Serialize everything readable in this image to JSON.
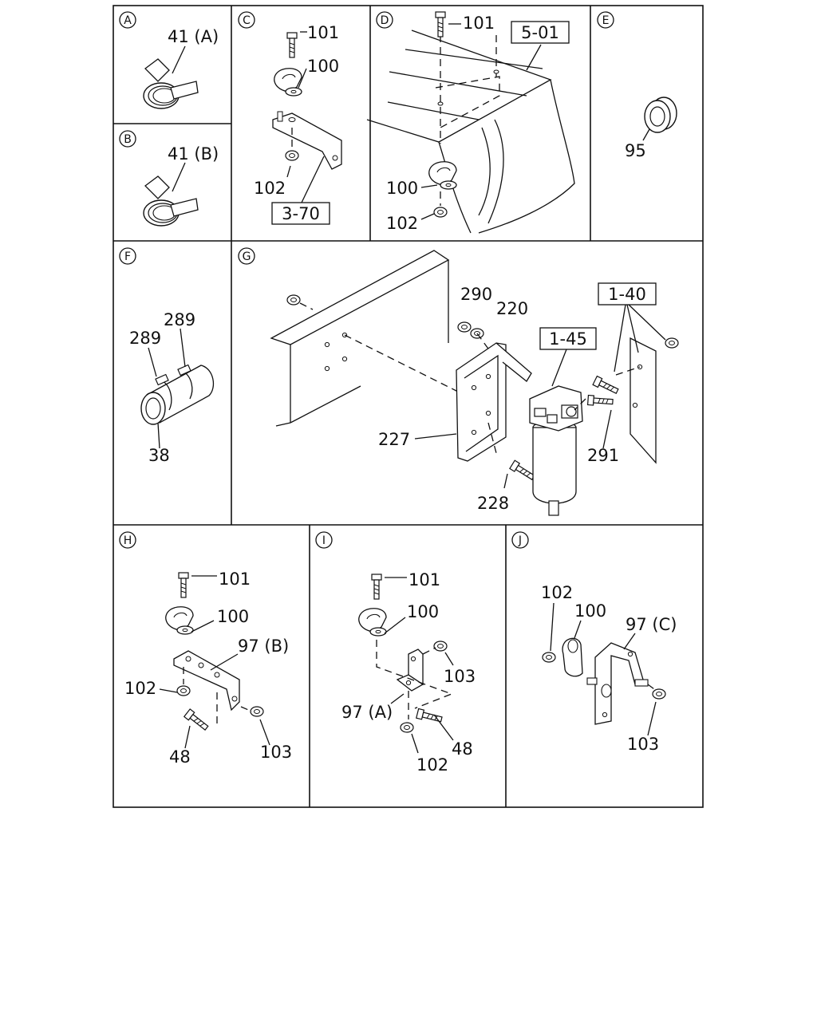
{
  "panels": {
    "A": {
      "letter": "A",
      "labels": [
        "41 (A)"
      ]
    },
    "B": {
      "letter": "B",
      "labels": [
        "41 (B)"
      ]
    },
    "C": {
      "letter": "C",
      "labels": [
        "101",
        "100",
        "102"
      ],
      "ref": "3-70"
    },
    "D": {
      "letter": "D",
      "labels": [
        "101",
        "100",
        "102"
      ],
      "ref": "5-01"
    },
    "E": {
      "letter": "E",
      "labels": [
        "95"
      ]
    },
    "F": {
      "letter": "F",
      "labels": [
        "289",
        "289",
        "38"
      ]
    },
    "G": {
      "letter": "G",
      "labels": [
        "290",
        "220",
        "227",
        "228",
        "291"
      ],
      "refs": [
        "1-45",
        "1-40"
      ]
    },
    "H": {
      "letter": "H",
      "labels": [
        "101",
        "100",
        "97 (B)",
        "102",
        "48",
        "103"
      ]
    },
    "I": {
      "letter": "I",
      "labels": [
        "101",
        "100",
        "103",
        "97 (A)",
        "48",
        "102"
      ]
    },
    "J": {
      "letter": "J",
      "labels": [
        "102",
        "100",
        "97 (C)",
        "103"
      ]
    }
  }
}
